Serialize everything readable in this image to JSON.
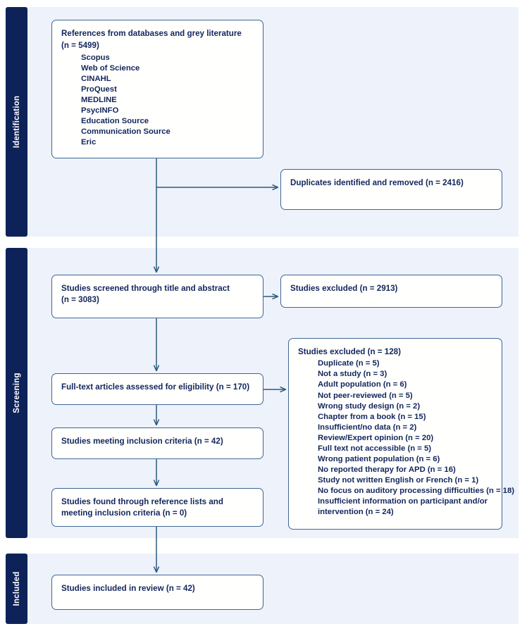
{
  "diagram": {
    "type": "prisma-flow-diagram",
    "colors": {
      "stage_tab_bg": "#0d2259",
      "stage_tab_text": "#ffffff",
      "band_bg": "#eef2fb",
      "box_border": "#3f6694",
      "box_bg": "#ffffff",
      "text": "#13265c",
      "count_accent": "#1f35cf",
      "connector": "#2d5b7c"
    }
  },
  "stages": [
    {
      "key": "identification",
      "label": "Identification"
    },
    {
      "key": "screening",
      "label": "Screening"
    },
    {
      "key": "included",
      "label": "Included"
    }
  ],
  "nodes": {
    "sources": {
      "title": "References from databases and grey literature",
      "count_label": "(n = 5499)",
      "databases": [
        "Scopus",
        "Web of Science",
        "CINAHL",
        "ProQuest",
        "MEDLINE",
        "PsycINFO",
        "Education Source",
        "Communication Source",
        "Eric"
      ]
    },
    "duplicates": {
      "title": "Duplicates identified and removed",
      "count_label": "(n = 2416)"
    },
    "screened": {
      "title": "Studies screened through title and abstract",
      "count_label": "(n = 3083)"
    },
    "excluded_title_abstract": {
      "title": "Studies excluded",
      "count_label": "(n = 2913)"
    },
    "fulltext": {
      "title": "Full-text articles assessed for eligibility",
      "count_label": "(n = 170)"
    },
    "inclusion_criteria": {
      "title": "Studies meeting inclusion criteria",
      "count_label": "(n = 42)"
    },
    "reference_lists": {
      "title": "Studies found through reference lists and meeting inclusion criteria",
      "count_label": "(n = 0)"
    },
    "excluded_fulltext": {
      "title": "Studies excluded",
      "count_label": "(n = 128)",
      "reasons": [
        "Duplicate (n = 5)",
        "Not a study (n = 3)",
        "Adult population (n = 6)",
        "Not peer-reviewed (n = 5)",
        "Wrong study design (n = 2)",
        "Chapter from a book (n = 15)",
        "Insufficient/no data (n = 2)",
        "Review/Expert opinion (n = 20)",
        "Full text not accessible (n = 5)",
        "Wrong patient population (n = 6)",
        "No reported therapy for APD (n = 16)",
        "Study not written English or French (n = 1)",
        "No focus on auditory processing difficulties (n = 18)",
        "Insufficient information on participant and/or intervention (n = 24)"
      ]
    },
    "included": {
      "title": "Studies included in review",
      "count_label": "(n = 42)"
    }
  },
  "chart_data": {
    "type": "diagram",
    "title": "PRISMA flow diagram",
    "flow": [
      {
        "from": "sources",
        "to": "duplicates",
        "kind": "side-arrow"
      },
      {
        "from": "sources",
        "to": "screened",
        "kind": "down-arrow"
      },
      {
        "from": "screened",
        "to": "excluded_title_abstract",
        "kind": "side-arrow"
      },
      {
        "from": "screened",
        "to": "fulltext",
        "kind": "down-arrow"
      },
      {
        "from": "fulltext",
        "to": "excluded_fulltext",
        "kind": "side-arrow"
      },
      {
        "from": "fulltext",
        "to": "inclusion_criteria",
        "kind": "down-arrow"
      },
      {
        "from": "inclusion_criteria",
        "to": "reference_lists",
        "kind": "down-arrow"
      },
      {
        "from": "reference_lists",
        "to": "included",
        "kind": "down-arrow"
      }
    ],
    "counts": {
      "records_identified": 5499,
      "duplicates_removed": 2416,
      "records_screened": 3083,
      "records_excluded_title_abstract": 2913,
      "fulltext_assessed": 170,
      "fulltext_excluded": 128,
      "meeting_inclusion_criteria": 42,
      "found_via_reference_lists": 0,
      "included_in_review": 42
    }
  }
}
